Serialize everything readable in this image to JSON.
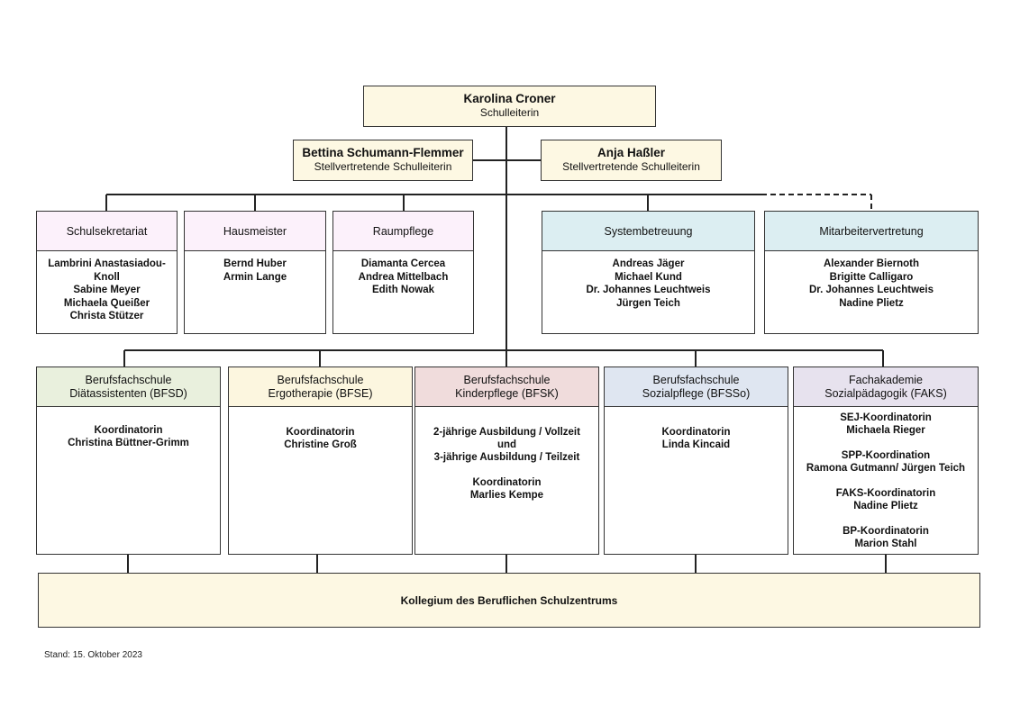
{
  "leader": {
    "name": "Karolina Croner",
    "role": "Schulleiterin"
  },
  "deputies": [
    {
      "name": "Bettina Schumann-Flemmer",
      "role": "Stellvertretende Schulleiterin"
    },
    {
      "name": "Anja Haßler",
      "role": "Stellvertretende Schulleiterin"
    }
  ],
  "departments": [
    {
      "title": "Schulsekretariat",
      "members": [
        "Lambrini Anastasiadou-",
        "Knoll",
        "Sabine Meyer",
        "Michaela Queißer",
        "Christa Stützer"
      ],
      "color": "#fcf1fb"
    },
    {
      "title": "Hausmeister",
      "members": [
        "Bernd Huber",
        "Armin Lange"
      ],
      "color": "#fcf1fb"
    },
    {
      "title": "Raumpflege",
      "members": [
        "Diamanta Cercea",
        "Andrea Mittelbach",
        "Edith Nowak"
      ],
      "color": "#fcf1fb"
    },
    {
      "title": "Systembetreuung",
      "members": [
        "Andreas Jäger",
        "Michael Kund",
        "Dr. Johannes Leuchtweis",
        "Jürgen Teich"
      ],
      "color": "#dceef2"
    },
    {
      "title": "Mitarbeitervertretung",
      "members": [
        "Alexander Biernoth",
        "Brigitte Calligaro",
        "Dr. Johannes Leuchtweis",
        "Nadine Plietz"
      ],
      "color": "#dceef2"
    }
  ],
  "schools": [
    {
      "line1": "Berufsfachschule",
      "line2": "Diätassistenten (BFSD)",
      "color": "#e9f0dd",
      "groups": [
        [
          "Koordinatorin",
          "Christina Büttner-Grimm"
        ]
      ]
    },
    {
      "line1": "Berufsfachschule",
      "line2": "Ergotherapie (BFSE)",
      "color": "#fcf6df",
      "groups": [
        [
          "Koordinatorin",
          "Christine Groß"
        ]
      ]
    },
    {
      "line1": "Berufsfachschule",
      "line2": "Kinderpflege (BFSK)",
      "color": "#f0dcdc",
      "groups": [
        [
          "2-jährige Ausbildung / Vollzeit",
          "und",
          "3-jährige Ausbildung / Teilzeit"
        ],
        [
          "Koordinatorin",
          "Marlies Kempe"
        ]
      ]
    },
    {
      "line1": "Berufsfachschule",
      "line2": "Sozialpflege (BFSSo)",
      "color": "#dfe6f1",
      "groups": [
        [
          "Koordinatorin",
          "Linda Kincaid"
        ]
      ]
    },
    {
      "line1": "Fachakademie",
      "line2": "Sozialpädagogik (FAKS)",
      "color": "#e7e2ee",
      "groups": [
        [
          "SEJ-Koordinatorin",
          "Michaela Rieger"
        ],
        [
          "SPP-Koordination",
          "Ramona Gutmann/ Jürgen Teich"
        ],
        [
          "FAKS-Koordinatorin",
          "Nadine Plietz"
        ],
        [
          "BP-Koordinatorin",
          "Marion Stahl"
        ]
      ]
    }
  ],
  "kollegium": "Kollegium des Beruflichen Schulzentrums",
  "stand": "Stand: 15. Oktober 2023"
}
